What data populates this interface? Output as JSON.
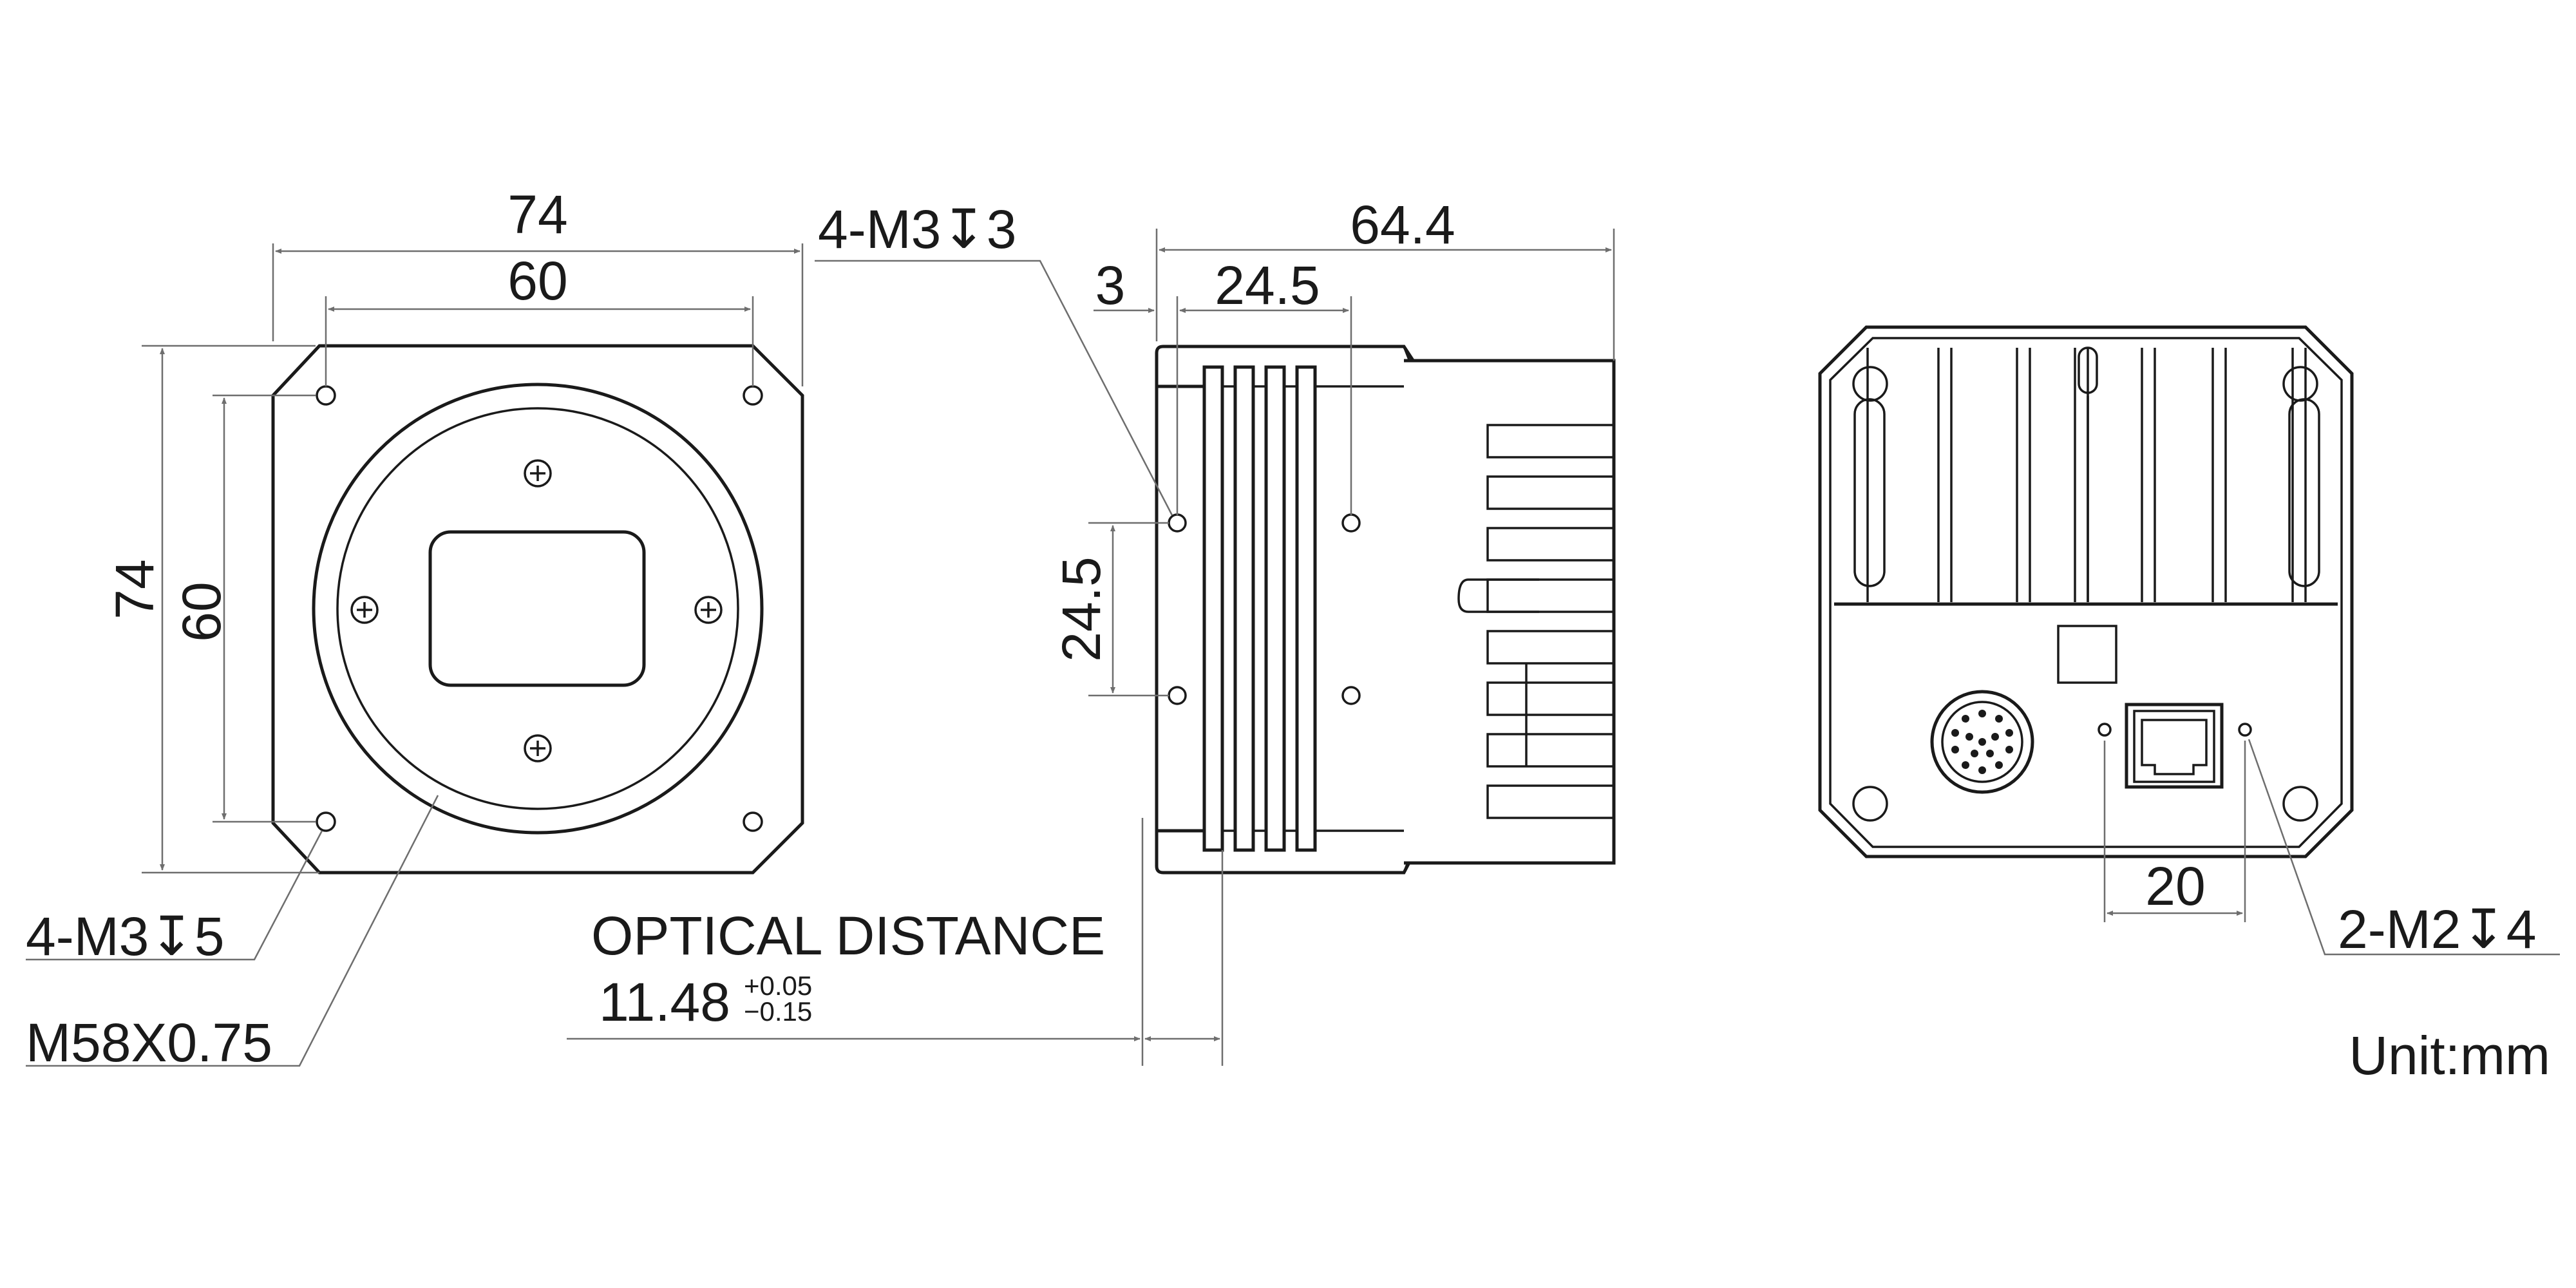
{
  "front_view": {
    "outer_width": "74",
    "hole_spacing_width": "60",
    "outer_height": "74",
    "hole_spacing_height": "60",
    "mount_holes": "4-M3↧5",
    "lens_thread": "M58X0.75"
  },
  "side_view": {
    "total_length": "64.4",
    "front_offset": "3",
    "hole_offset": "24.5",
    "hole_spacing": "24.5",
    "side_holes": "4-M3↧3",
    "optical_distance_label": "OPTICAL DISTANCE",
    "optical_distance_value": "11.48",
    "tolerance_plus": "+0.05",
    "tolerance_minus": "−0.15"
  },
  "rear_view": {
    "screw_spacing": "20",
    "rear_holes": "2-M2↧4"
  },
  "unit": "Unit:mm"
}
